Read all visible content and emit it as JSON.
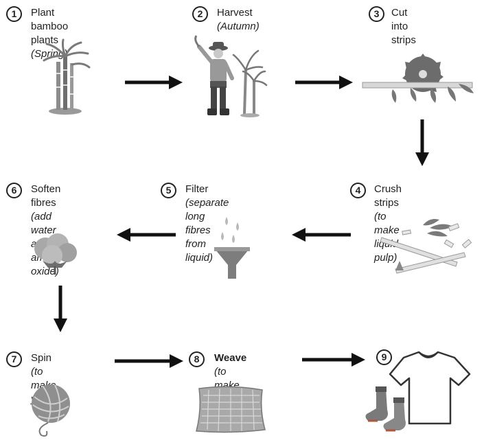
{
  "steps": [
    {
      "num": "1",
      "title": "Plant bamboo",
      "title2": "plants",
      "note": "(Spring)"
    },
    {
      "num": "2",
      "title": "Harvest",
      "note": "(Autumn)"
    },
    {
      "num": "3",
      "title": "Cut into strips",
      "note": ""
    },
    {
      "num": "4",
      "title": "Crush strips",
      "note": "(to make liquid pulp)"
    },
    {
      "num": "5",
      "title": "Filter",
      "note1": "(separate",
      "note2": "long fibres from liquid)"
    },
    {
      "num": "6",
      "title": "Soften fibres",
      "note1": "(add water and",
      "note2": "amine oxide)"
    },
    {
      "num": "7",
      "title": "Spin",
      "note1": "(to",
      "note2": "make yarn)"
    },
    {
      "num": "8",
      "title": "Weave",
      "note1": "(to",
      "note2": "make fabric)"
    },
    {
      "num": "9",
      "title": ""
    }
  ],
  "icons": [
    "bamboo-plant-icon",
    "farmer-harvest-icon",
    "saw-bamboo-icon",
    "crushed-bamboo-icon",
    "filter-funnel-icon",
    "cotton-fibre-icon",
    "yarn-ball-icon",
    "woven-fabric-icon",
    "tshirt-socks-icon"
  ],
  "colors": {
    "icon": "#8a8a8a",
    "accent": "#b0563e",
    "ink": "#222222"
  }
}
